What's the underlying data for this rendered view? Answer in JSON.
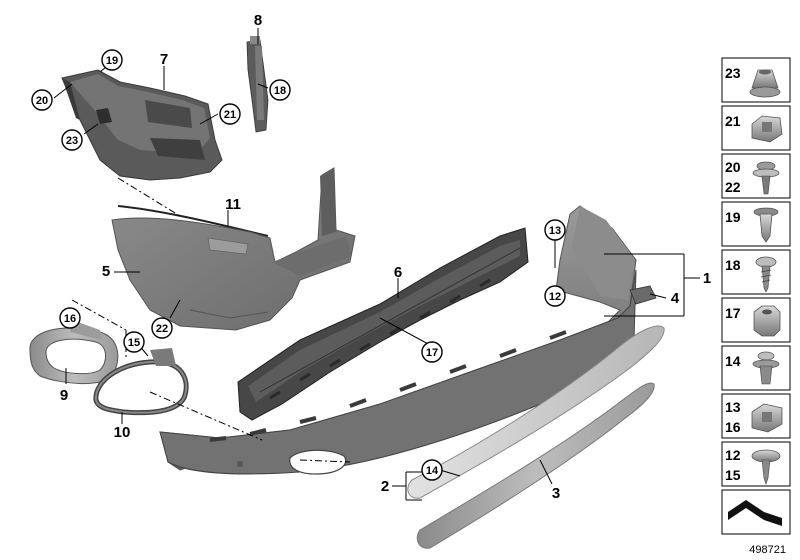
{
  "callouts": {
    "n1": "1",
    "n2": "2",
    "n3": "3",
    "n4": "4",
    "n5": "5",
    "n6": "6",
    "n7": "7",
    "n8": "8",
    "n9": "9",
    "n10": "10",
    "n11": "11",
    "c12": "12",
    "c13": "13",
    "c14": "14",
    "c15": "15",
    "c16": "16",
    "c17": "17",
    "c18": "18",
    "c19": "19",
    "c20": "20",
    "c21": "21",
    "c22": "22",
    "c23": "23"
  },
  "legend": [
    {
      "labels": [
        "23"
      ],
      "icon": "flange-nut-icon"
    },
    {
      "labels": [
        "21"
      ],
      "icon": "clip-nut-icon"
    },
    {
      "labels": [
        "20",
        "22"
      ],
      "icon": "collar-screw-icon"
    },
    {
      "labels": [
        "19"
      ],
      "icon": "expansion-rivet-icon"
    },
    {
      "labels": [
        "18"
      ],
      "icon": "self-tapping-screw-icon"
    },
    {
      "labels": [
        "17"
      ],
      "icon": "hex-nut-icon"
    },
    {
      "labels": [
        "14"
      ],
      "icon": "push-rivet-icon"
    },
    {
      "labels": [
        "13",
        "16"
      ],
      "icon": "spring-clip-icon"
    },
    {
      "labels": [
        "12",
        "15"
      ],
      "icon": "flat-head-screw-icon"
    },
    {
      "labels": [],
      "icon": "gasket-shape-icon"
    }
  ],
  "diagram_ref": "498721",
  "colors": {
    "part_dark": "#4a4a4a",
    "part_mid": "#7c7c7c",
    "part_light": "#aaaaaa",
    "part_lightest": "#d6d6d6"
  }
}
